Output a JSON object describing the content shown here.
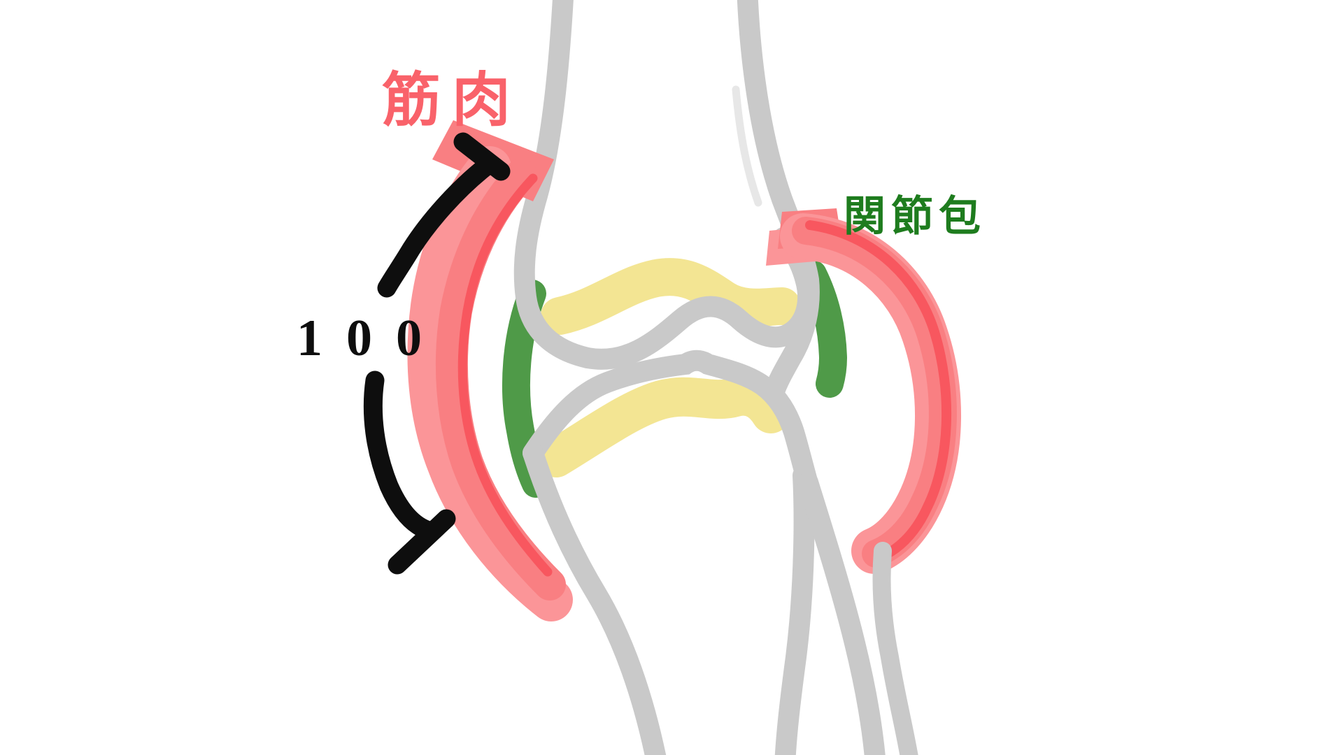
{
  "diagram": {
    "kind": "knee-joint-anatomy-sketch",
    "labels": {
      "muscle": {
        "text": "筋肉",
        "color": "#f9626a"
      },
      "joint_capsule": {
        "text": "関節包",
        "color": "#1e7c1e"
      },
      "rom_number": {
        "text": "100",
        "color": "#0e0e0e"
      }
    },
    "colors": {
      "background": "#ffffff",
      "bone": "#c9c9c9",
      "bone_shading": "#e7e7e7",
      "cartilage": "#f3e593",
      "capsule": "#4f9a48",
      "muscle_light": "#fb9598",
      "muscle_mid": "#f97f82",
      "muscle_dark": "#f8575f",
      "arrow": "#0e0e0e"
    }
  }
}
